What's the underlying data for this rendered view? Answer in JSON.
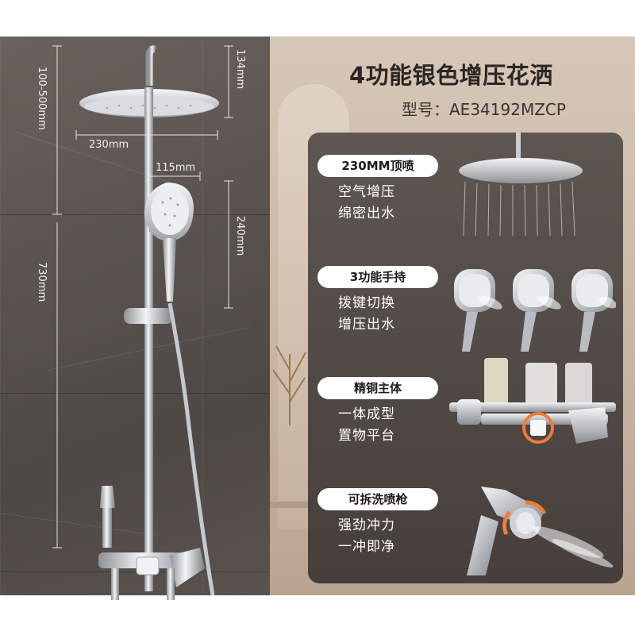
{
  "title": "4功能银色增压花洒",
  "model_line": "型号：AE34192MZCP",
  "dimensions": {
    "riser_range": "100-500mm",
    "head_height": "134mm",
    "head_width": "230mm",
    "handheld_width": "115mm",
    "handheld_length": "240mm",
    "bar_height": "730mm"
  },
  "features": [
    {
      "badge": "230MM顶喷",
      "line1": "空气增压",
      "line2": "绵密出水",
      "icon": "rain-shower-head-icon"
    },
    {
      "badge": "3功能手持",
      "line1": "拨键切换",
      "line2": "增压出水",
      "icon": "handheld-shower-icon"
    },
    {
      "badge": "精铜主体",
      "line1": "一体成型",
      "line2": "置物平台",
      "icon": "mixer-valve-icon"
    },
    {
      "badge": "可拆洗喷枪",
      "line1": "强劲冲力",
      "line2": "一冲即净",
      "icon": "bidet-sprayer-icon"
    }
  ],
  "colors": {
    "panel": "#524b47",
    "text_dark": "#2c2522",
    "badge_bg": "#ffffff",
    "chrome": "#c9ccd0"
  }
}
